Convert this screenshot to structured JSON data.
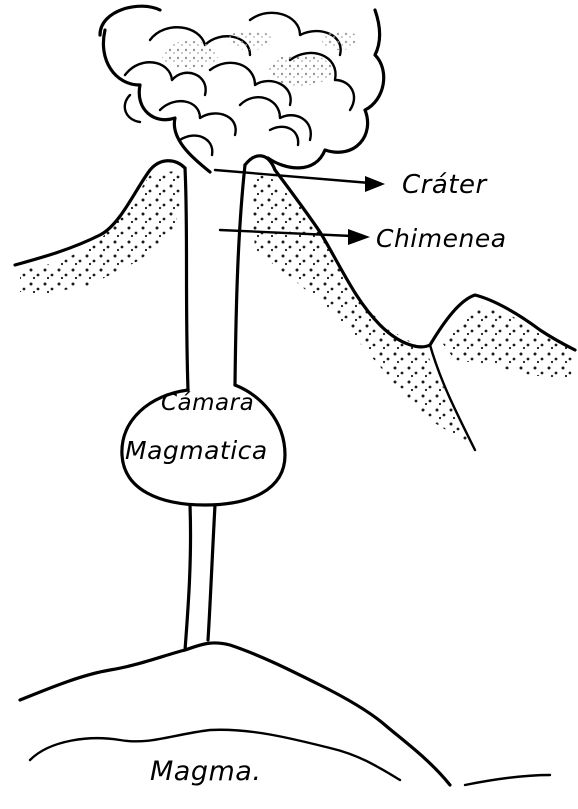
{
  "labels": {
    "crater": "Cráter",
    "chimenea": "Chimenea",
    "camara_line1": "Cámara",
    "camara_line2": "Magmatica",
    "magma": "Magma."
  },
  "colors": {
    "ink": "#000000",
    "paper": "#ffffff",
    "ash_shade": "#9a9a9a"
  }
}
